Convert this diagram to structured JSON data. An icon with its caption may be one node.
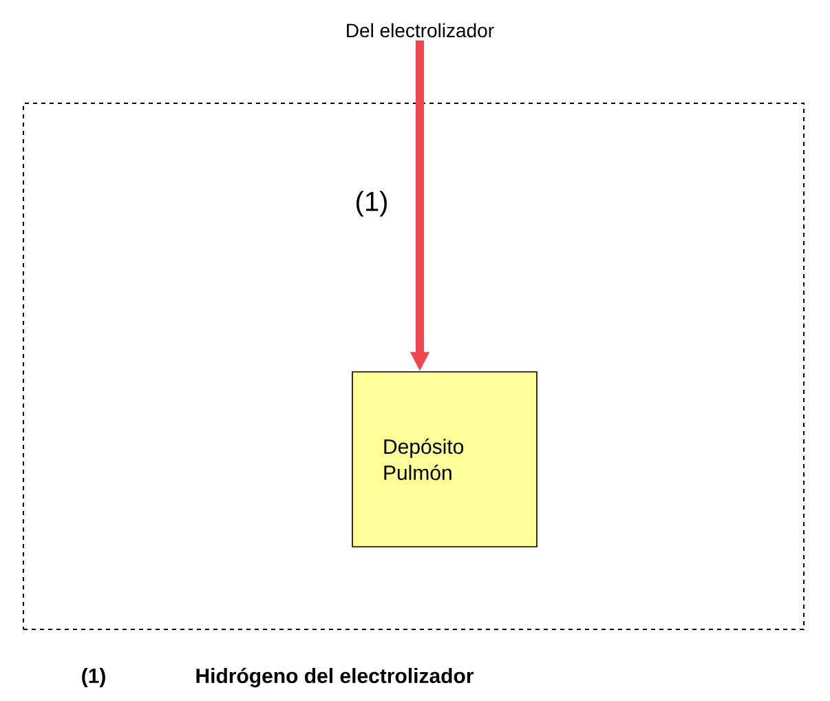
{
  "diagram": {
    "nodes": [
      {
        "text": [
          "Del electrolizador"
        ]
      },
      {
        "text": [],
        "shape": "box"
      },
      {
        "text": [
          "Depósito Pulmón"
        ],
        "in": 1
      }
    ],
    "edges": [
      {
        "from": 0,
        "to": 2,
        "arrow": "to",
        "label": "(1)",
        "color": "#f0474f"
      }
    ],
    "labels": [
      "(1)",
      "Hidrógeno del electrolizador"
    ]
  }
}
